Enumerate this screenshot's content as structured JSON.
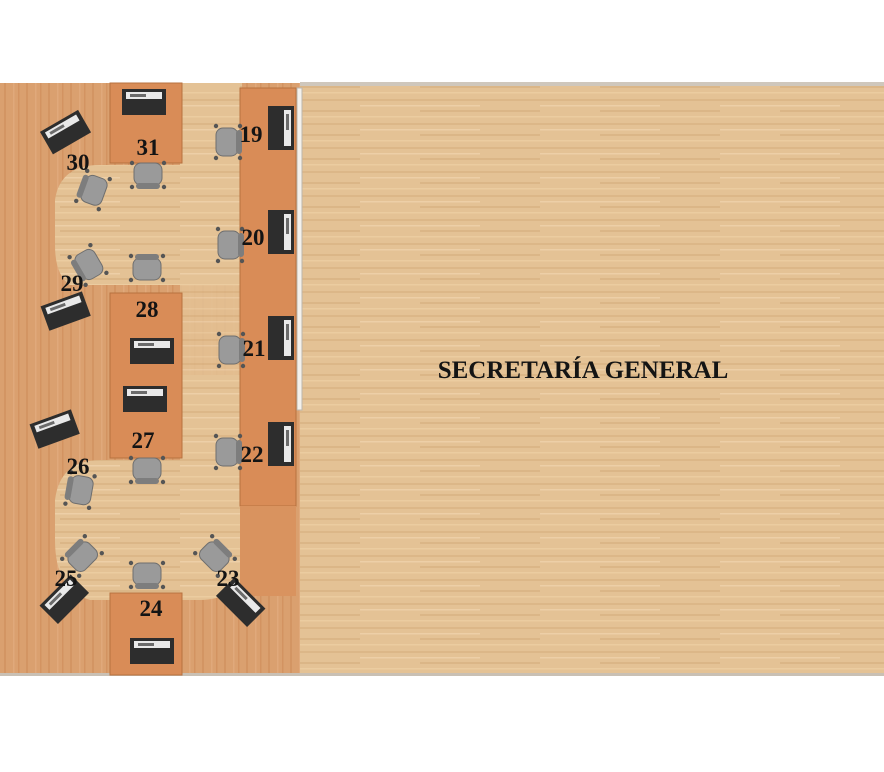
{
  "plan": {
    "room_label": "SECRETARÍA GENERAL",
    "colors": {
      "wood_light": "#e2bf92",
      "wood_dark": "#d9915e",
      "desk": "#d98a55",
      "chair": "#8f8f8f",
      "monitor": "#2e2e2e",
      "text": "#141414"
    },
    "workstations": [
      {
        "number": "19"
      },
      {
        "number": "20"
      },
      {
        "number": "21"
      },
      {
        "number": "22"
      },
      {
        "number": "23"
      },
      {
        "number": "24"
      },
      {
        "number": "25"
      },
      {
        "number": "26"
      },
      {
        "number": "27"
      },
      {
        "number": "28"
      },
      {
        "number": "29"
      },
      {
        "number": "30"
      },
      {
        "number": "31"
      }
    ]
  }
}
